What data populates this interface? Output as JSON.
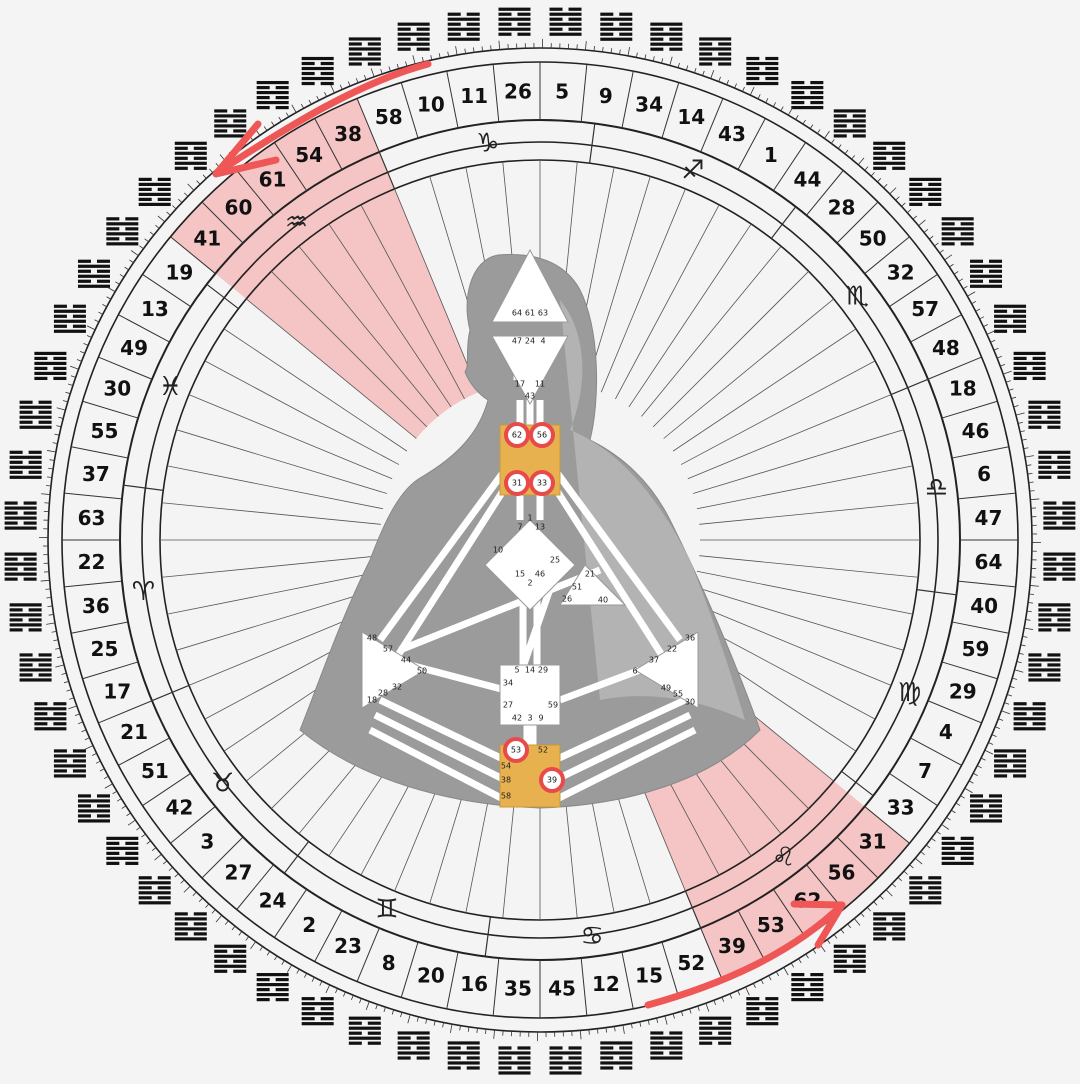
{
  "wheel": {
    "gates": [
      58,
      10,
      11,
      26,
      5,
      9,
      34,
      14,
      43,
      1,
      44,
      28,
      50,
      32,
      57,
      48,
      18,
      46,
      6,
      47,
      64,
      40,
      59,
      29,
      4,
      7,
      33,
      31,
      56,
      62,
      53,
      39,
      52,
      15,
      12,
      45,
      35,
      16,
      20,
      8,
      23,
      2,
      24,
      27,
      3,
      42,
      51,
      21,
      17,
      25,
      36,
      22,
      63,
      37,
      55,
      30,
      49,
      13,
      19,
      41,
      60,
      61,
      54,
      38
    ],
    "zodiac": [
      {
        "name": "capricorn-symbol",
        "glyph": "♑"
      },
      {
        "name": "sagittarius-symbol",
        "glyph": "♐"
      },
      {
        "name": "scorpio-symbol",
        "glyph": "♏"
      },
      {
        "name": "libra-symbol",
        "glyph": "♎"
      },
      {
        "name": "virgo-symbol",
        "glyph": "♍"
      },
      {
        "name": "leo-symbol",
        "glyph": "♌"
      },
      {
        "name": "cancer-symbol",
        "glyph": "♋"
      },
      {
        "name": "gemini-symbol",
        "glyph": "♊"
      },
      {
        "name": "taurus-symbol",
        "glyph": "♉"
      },
      {
        "name": "aries-symbol",
        "glyph": "♈"
      },
      {
        "name": "pisces-symbol",
        "glyph": "♓"
      },
      {
        "name": "aquarius-symbol",
        "glyph": "♒"
      }
    ],
    "highlight_color": "#f5b5b5",
    "arrow_color": "#ef5656"
  },
  "bodygraph": {
    "head": [
      "64",
      "61",
      "63"
    ],
    "ajna_top": [
      "47",
      "24",
      "4"
    ],
    "ajna_bottom": [
      "17",
      "43",
      "11"
    ],
    "throat_circled": [
      "62",
      "56",
      "31",
      "33"
    ],
    "g_center": [
      "1",
      "7",
      "13",
      "10",
      "25",
      "15",
      "46",
      "2"
    ],
    "ego": [
      "21",
      "51",
      "26",
      "40"
    ],
    "sacral": [
      "5",
      "14",
      "29",
      "34",
      "27",
      "59",
      "42",
      "3",
      "9"
    ],
    "root_circled": [
      "53",
      "39"
    ],
    "root_other": [
      "52",
      "54",
      "38",
      "58"
    ],
    "spleen": [
      "48",
      "57",
      "44",
      "50",
      "32",
      "28",
      "18"
    ],
    "solar_plexus": [
      "36",
      "22",
      "37",
      "6",
      "49",
      "55",
      "30"
    ],
    "circle_color": "#e84a4a",
    "active_center_color": "#e8b150"
  }
}
